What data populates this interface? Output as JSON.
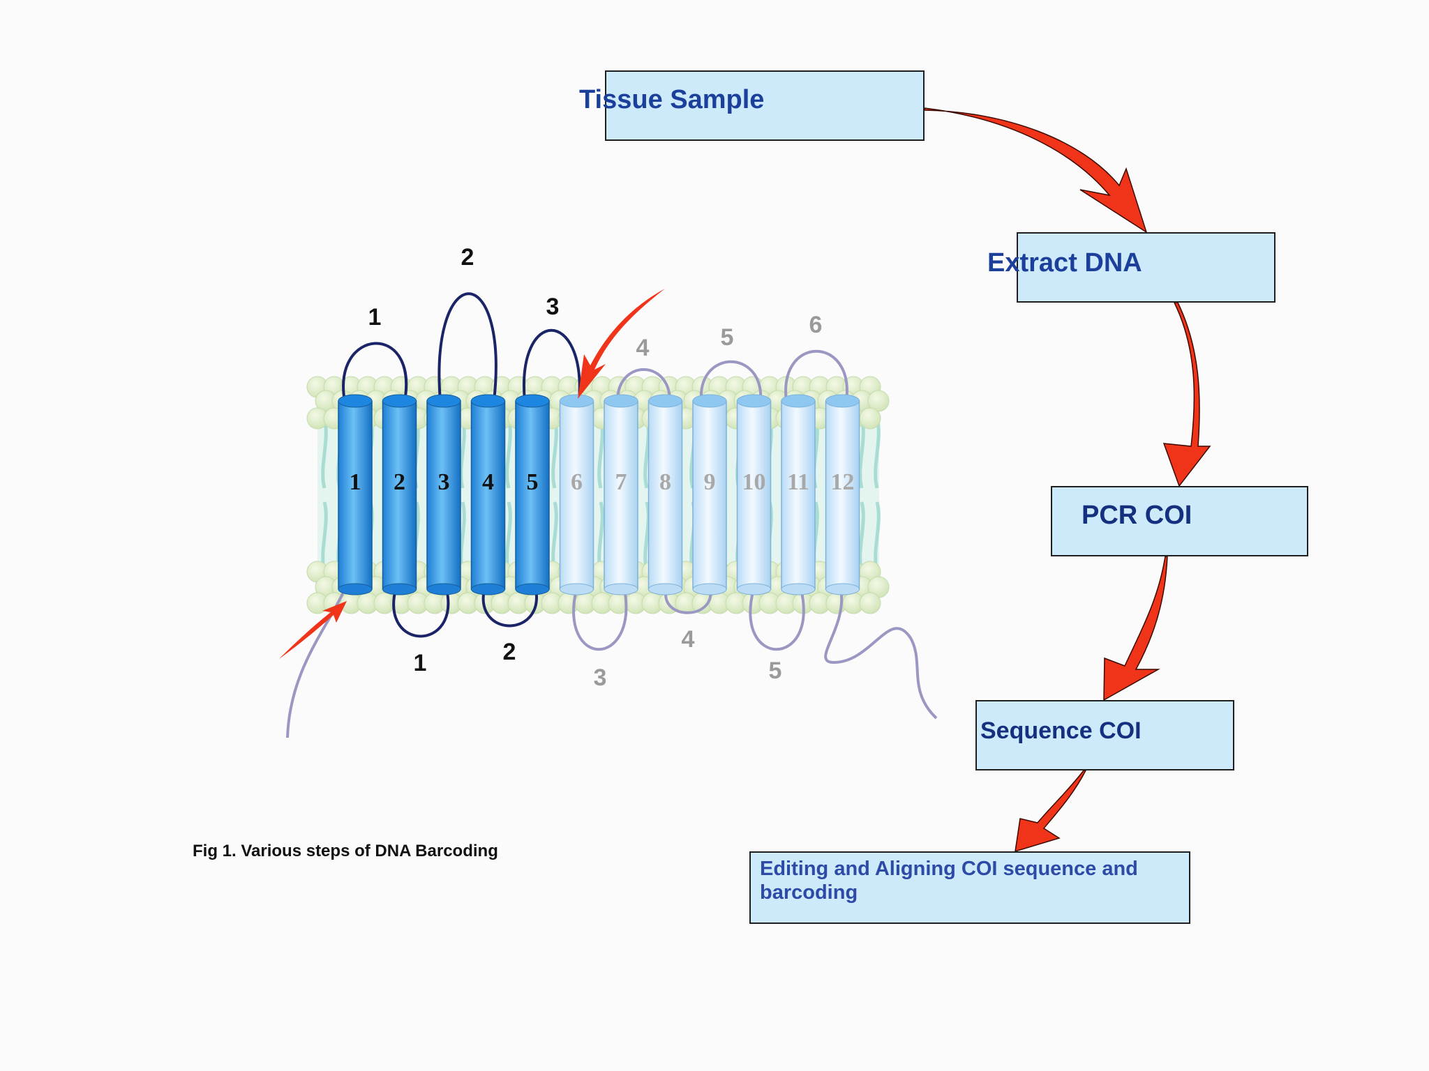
{
  "flow": {
    "box1": "Tissue Sample",
    "box2": "Extract DNA",
    "box3": "PCR COI",
    "box4": "Sequence COI",
    "box5": "Editing and Aligning COI sequence and barcoding"
  },
  "caption": "Fig 1. Various steps of DNA Barcoding",
  "membrane": {
    "helices": [
      "1",
      "2",
      "3",
      "4",
      "5",
      "6",
      "7",
      "8",
      "9",
      "10",
      "11",
      "12"
    ],
    "top_loops": [
      "1",
      "2",
      "3",
      "4",
      "5",
      "6"
    ],
    "bottom_loops": [
      "1",
      "2",
      "3",
      "4",
      "5"
    ]
  },
  "colors": {
    "box_fill": "#cdeafb",
    "box_text": "#1b3f9a",
    "arrow": "#f0341a",
    "helix_dark": "#2a8fe0",
    "helix_light": "#d7ecfb",
    "loop_dark": "#1a2466",
    "loop_light": "#9a98c2"
  }
}
